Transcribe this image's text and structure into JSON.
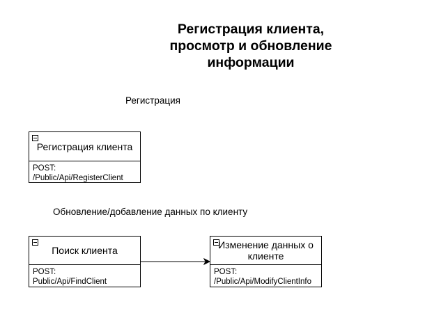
{
  "title": "Регистрация клиента,\nпросмотр и обновление\nинформации",
  "sections": {
    "registration": "Регистрация",
    "update": "Обновление/добавление данных по клиенту"
  },
  "boxes": {
    "register_client": {
      "header": "Регистрация клиента",
      "body": "POST:\n/Public/Api/RegisterClient"
    },
    "find_client": {
      "header": "Поиск клиента",
      "body": "POST:\nPublic/Api/FindClient"
    },
    "modify_client": {
      "header": "Изменение данных о клиенте",
      "body": "POST:\n/Public/Api/ModifyClientInfo"
    }
  },
  "connectors": [
    {
      "from": "find_client",
      "to": "modify_client",
      "arrow": "end"
    }
  ]
}
